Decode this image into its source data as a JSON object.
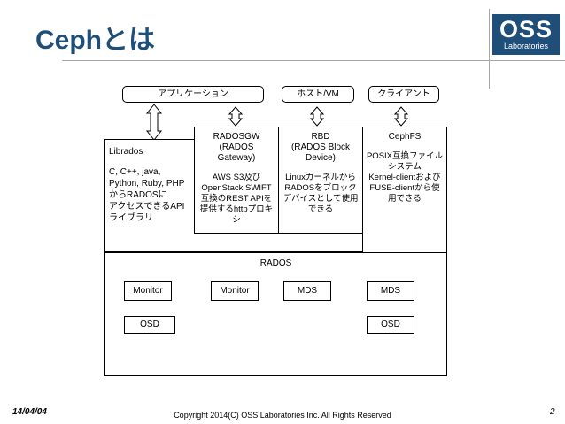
{
  "header": {
    "title": "Cephとは"
  },
  "logo": {
    "main": "OSS",
    "sub": "Laboratories"
  },
  "top_boxes": {
    "application": "アプリケーション",
    "host_vm": "ホスト/VM",
    "client": "クライアント"
  },
  "librados": {
    "title": "Librados",
    "lines": [
      "C, C++, java,",
      "Python, Ruby, PHP",
      "からRADOSに",
      "アクセスできるAPI",
      "ライブラリ"
    ]
  },
  "radosgw": {
    "title_lines": [
      "RADOSGW",
      "(RADOS",
      "Gateway)"
    ],
    "desc_lines": [
      "AWS S3及び",
      "OpenStack SWIFT",
      "互換のREST APIを",
      "提供するhttpプロキ",
      "シ"
    ]
  },
  "rbd": {
    "title_lines": [
      "RBD",
      "(RADOS Block",
      "Device)"
    ],
    "desc_lines": [
      "Linuxカーネルから",
      "RADOSをブロック",
      "デバイスとして使用",
      "できる"
    ]
  },
  "cephfs": {
    "title": "CephFS",
    "desc_lines": [
      "POSIX互換ファイル",
      "システム",
      "Kernel-clientおよび",
      "FUSE-clientから使",
      "用できる"
    ]
  },
  "rados": {
    "label": "RADOS",
    "monitor1": "Monitor",
    "monitor2": "Monitor",
    "mds1": "MDS",
    "mds2": "MDS",
    "osd1": "OSD",
    "osd2": "OSD"
  },
  "footer": {
    "date": "14/04/04",
    "copyright": "Copyright 2014(C) OSS Laboratories Inc. All Rights Reserved",
    "page": "2"
  }
}
